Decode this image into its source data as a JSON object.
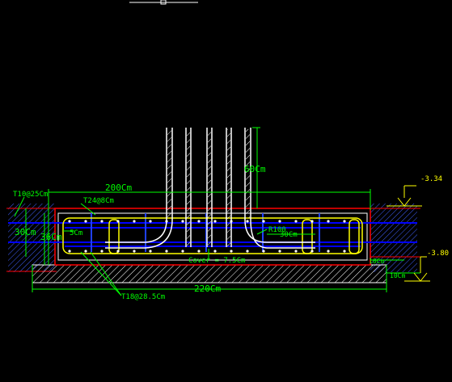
{
  "colors": {
    "background": "#000000",
    "steel": "#ffffff",
    "dimension": "#00ff00",
    "level": "#ffff00",
    "outline": "#ff0000",
    "stirrup": "#ffff00",
    "bars": "#0000ff",
    "ground": "#0000ff"
  },
  "labels": {
    "top_bar": "T10@25Cm",
    "beam_width": "200Cm",
    "stirrup_bar": "T24@8Cm",
    "column_height": "60Cm",
    "beam_depth": "30Cm",
    "footing_depth": "36Cm",
    "side_cover": "5Cm",
    "bend_radius": "R100",
    "hook_length": "30Cm",
    "cover_note": "Cover = 7.5Cm",
    "bottom_bar": "T18@28.5Cm",
    "footing_width": "220Cm",
    "blinding_offset": "10Cm",
    "blinding_depth": "10Cm",
    "level_top": "-3.34",
    "level_bottom": "-3.80"
  }
}
